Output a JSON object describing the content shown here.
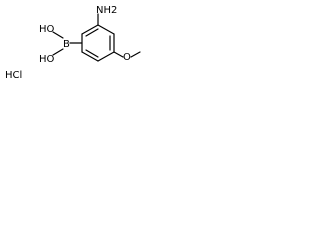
{
  "molecule": {
    "labels": {
      "amine": "NH2",
      "methoxy": "O",
      "boronic_oh_top": "HO",
      "boron": "B",
      "boronic_oh_bottom": "HO",
      "salt": "HCl"
    },
    "colors": {
      "ink": "#000000",
      "background": "#ffffff"
    }
  }
}
